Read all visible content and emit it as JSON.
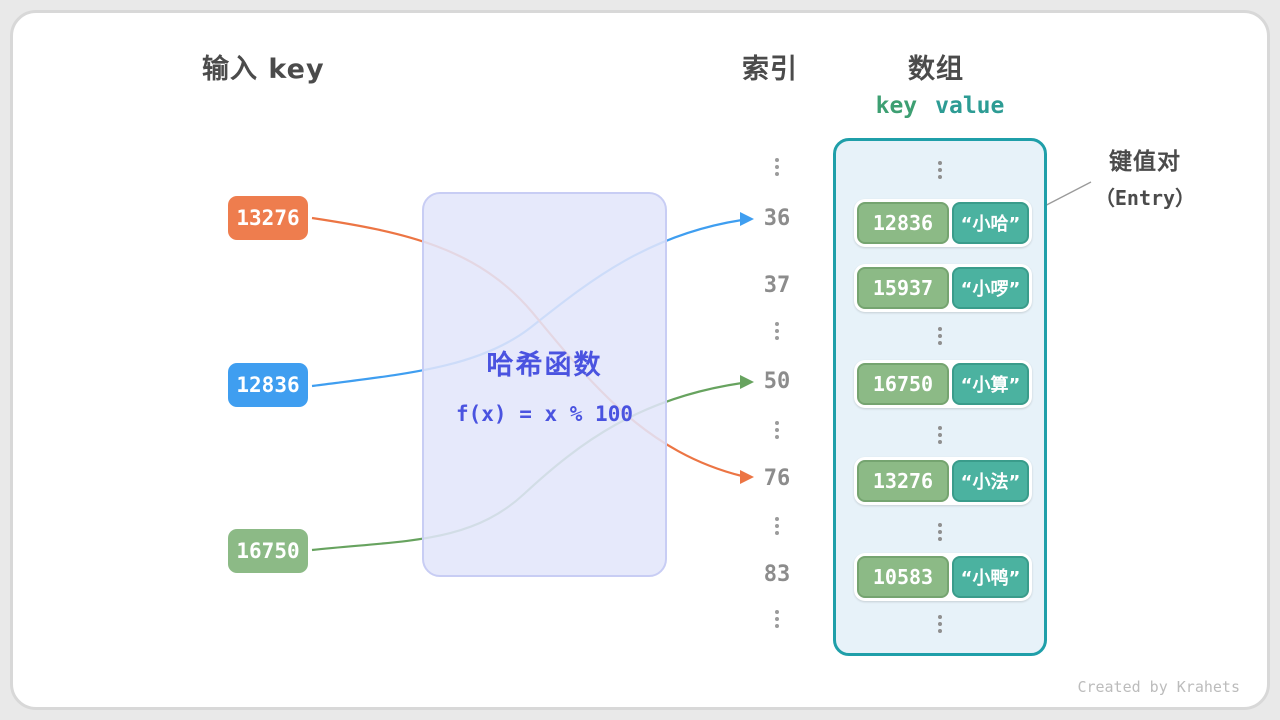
{
  "canvas": {
    "watermark": "Created by Krahets"
  },
  "headers": {
    "input_key": "输入 key",
    "index": "索引",
    "array": "数组",
    "key_label": "key",
    "value_label": "value"
  },
  "input_keys": [
    {
      "label": "13276",
      "color": "#ee7d4e"
    },
    {
      "label": "12836",
      "color": "#3f9ef0"
    },
    {
      "label": "16750",
      "color": "#8cba86"
    }
  ],
  "hash_function": {
    "title": "哈希函数",
    "formula": "f(x) = x % 100",
    "accent_color": "#4a53e0"
  },
  "indices": [
    "36",
    "37",
    "50",
    "76",
    "83"
  ],
  "array_entries": [
    {
      "key": "12836",
      "value": "“小哈”"
    },
    {
      "key": "15937",
      "value": "“小啰”"
    },
    {
      "key": "16750",
      "value": "“小算”"
    },
    {
      "key": "13276",
      "value": "“小法”"
    },
    {
      "key": "10583",
      "value": "“小鸭”"
    }
  ],
  "annotation": {
    "line1": "键值对",
    "line2": "（Entry）"
  },
  "colors": {
    "array_border": "#1f9fa9",
    "array_bg": "#e7f2f9",
    "entry_key_bg": "#8cba86",
    "entry_value_bg": "#4bb2a0",
    "arrow_blue": "#3f9ef0",
    "arrow_orange": "#ec7544",
    "arrow_green": "#67a35f"
  },
  "icons": {
    "vertical_ellipsis": "three stacked dots"
  }
}
